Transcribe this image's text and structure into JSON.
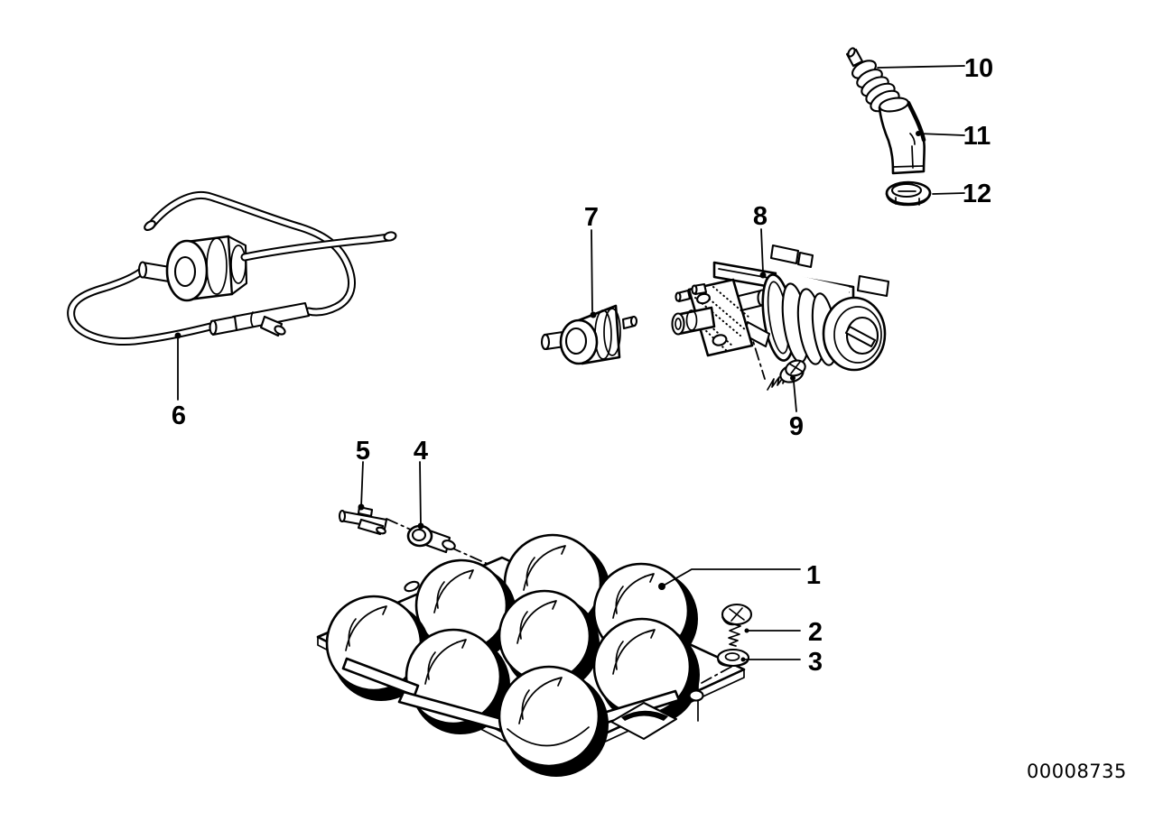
{
  "diagram": {
    "number": "00008735",
    "background_color": "#ffffff",
    "ink_color": "#000000"
  },
  "callouts": [
    {
      "label": "1"
    },
    {
      "label": "2"
    },
    {
      "label": "3"
    },
    {
      "label": "4"
    },
    {
      "label": "5"
    },
    {
      "label": "6"
    },
    {
      "label": "7"
    },
    {
      "label": "8"
    },
    {
      "label": "9"
    },
    {
      "label": "10"
    },
    {
      "label": "11"
    },
    {
      "label": "12"
    }
  ]
}
